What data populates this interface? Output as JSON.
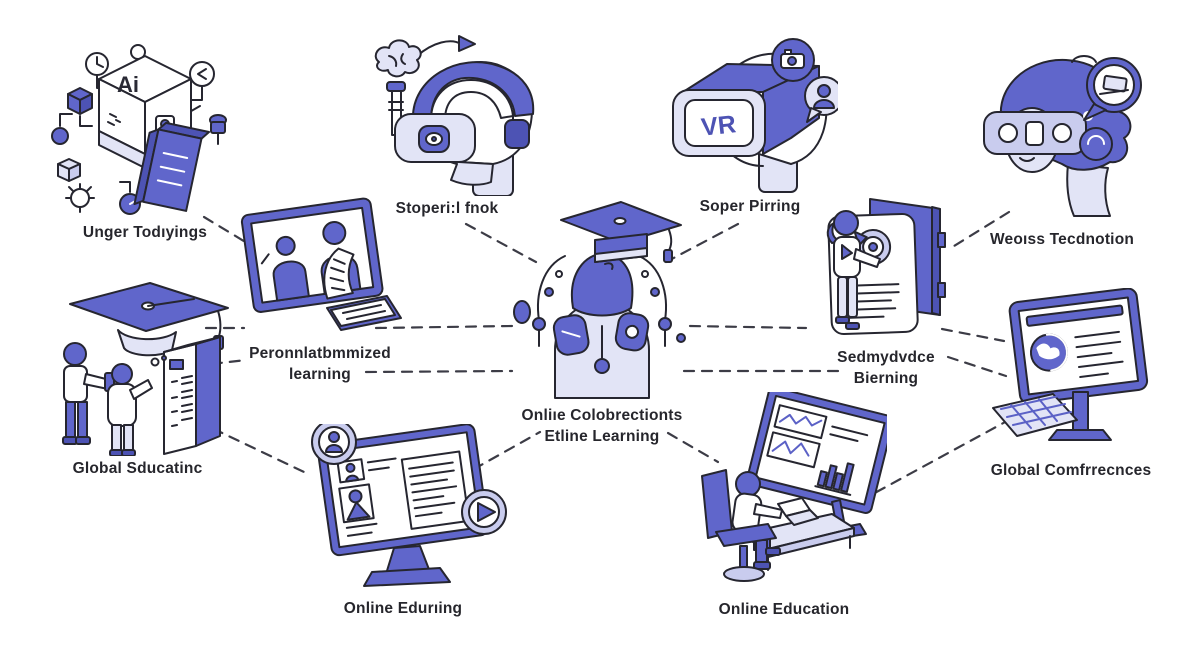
{
  "diagram": {
    "title": "Online learning technology infographic",
    "colors": {
      "primary": "#6066cb",
      "primary_dark": "#4d53b4",
      "light": "#c9ccee",
      "lighter": "#e2e4f6",
      "outline": "#262630",
      "connector": "#3c3c46",
      "background": "#ffffff",
      "text": "#26262c"
    },
    "icons": {
      "ai_cube_text": "Ai",
      "vr_box_text": "VR"
    },
    "nodes": [
      {
        "id": "ai-technology",
        "label": "Unger Todıyings"
      },
      {
        "id": "vr-training",
        "label": "Stoperi:l fnok"
      },
      {
        "id": "vr-social",
        "label": "Soper Pirring"
      },
      {
        "id": "wearable-tech",
        "label": "Weoıss Tecdnotion"
      },
      {
        "id": "personalized-learning",
        "label": "Peronnlatbmmized\nlearning"
      },
      {
        "id": "global-education",
        "label": "Global Sducatinc"
      },
      {
        "id": "online-learning-hub",
        "label": "Onliıe Colobrectionts\nEtline Learning"
      },
      {
        "id": "verified-learning",
        "label": "Sedmydvdce\nBierning"
      },
      {
        "id": "global-conferences",
        "label": "Global Comfrrecnces"
      },
      {
        "id": "online-courses",
        "label": "Online Edurıing"
      },
      {
        "id": "online-education",
        "label": "Online Education"
      }
    ],
    "connections": [
      [
        "ai-technology",
        "personalized-learning"
      ],
      [
        "vr-training",
        "online-learning-hub"
      ],
      [
        "vr-social",
        "online-learning-hub"
      ],
      [
        "wearable-tech",
        "verified-learning"
      ],
      [
        "global-education",
        "personalized-learning"
      ],
      [
        "personalized-learning",
        "online-learning-hub"
      ],
      [
        "online-learning-hub",
        "verified-learning"
      ],
      [
        "verified-learning",
        "global-conferences"
      ],
      [
        "global-education",
        "online-courses"
      ],
      [
        "online-courses",
        "online-learning-hub"
      ],
      [
        "online-learning-hub",
        "online-education"
      ],
      [
        "online-education",
        "global-conferences"
      ]
    ]
  }
}
